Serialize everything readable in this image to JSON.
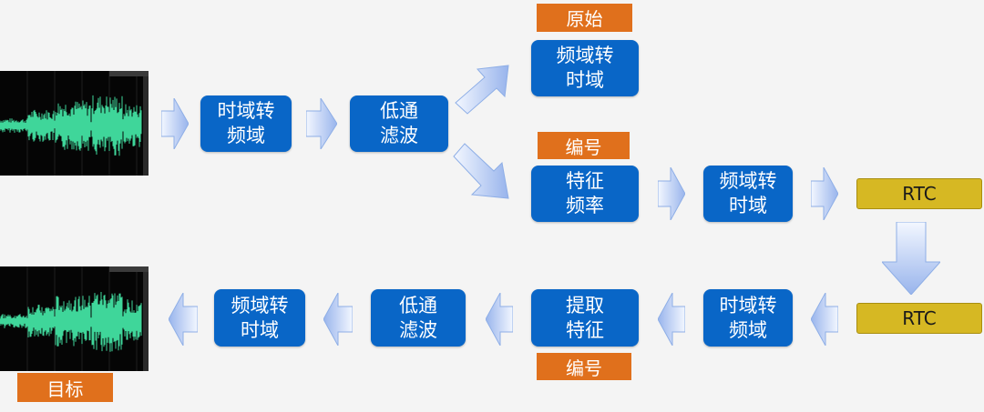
{
  "labels": {
    "top_tag": "原始",
    "mid_tag": "编号",
    "bottom_tag": "编号",
    "target_tag": "目标"
  },
  "top_row": {
    "box1": "时域转\n频域",
    "box2": "低通\n滤波",
    "box_top": "频域转\n时域",
    "box_mid": "特征\n频率",
    "box_mid2": "频域转\n时域",
    "rtc": "RTC"
  },
  "bottom_row": {
    "rtc": "RTC",
    "box1": "时域转\n频域",
    "box2": "提取\n特征",
    "box3": "低通\n滤波",
    "box4": "频域转\n时域"
  },
  "colors": {
    "box": "#0966c7",
    "tag": "#e0701c",
    "rtc": "#d6b823",
    "wave": "#3fd69a",
    "arrow_light": "#e8efff",
    "arrow_dark": "#9db8ef"
  },
  "icons": {
    "arrow": "block-arrow-icon",
    "waveform": "audio-waveform-image"
  }
}
